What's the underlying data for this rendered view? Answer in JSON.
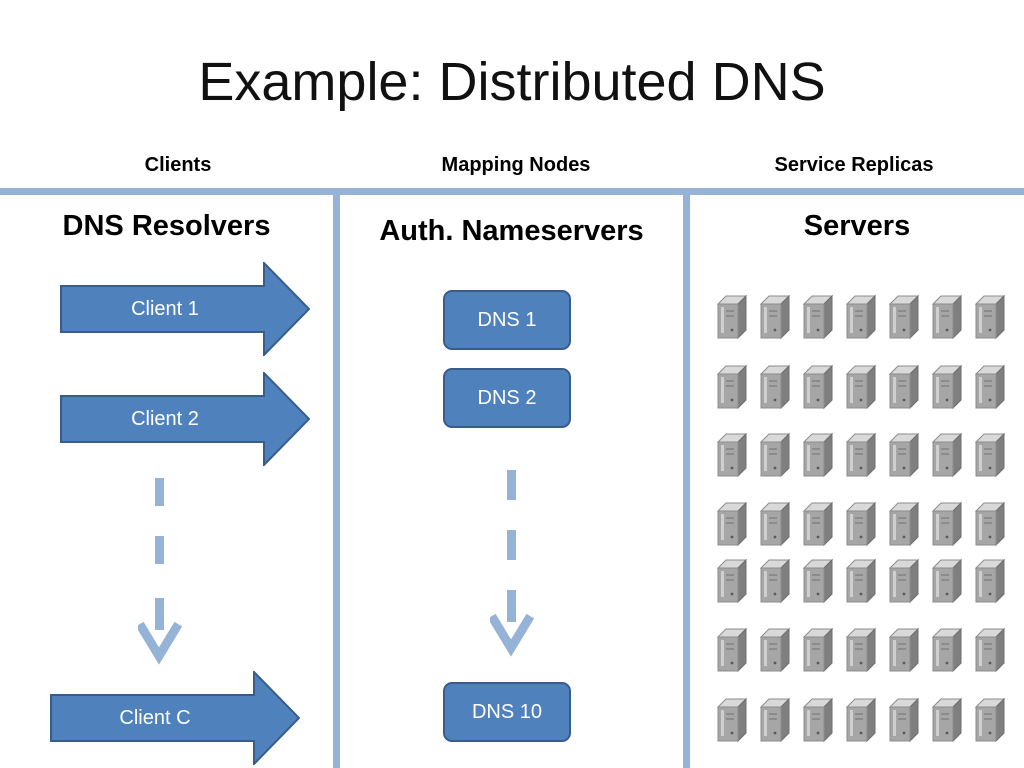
{
  "title": "Example: Distributed DNS",
  "columns": [
    {
      "header": "Clients",
      "title": "DNS Resolvers"
    },
    {
      "header": "Mapping Nodes",
      "title": "Auth. Nameservers"
    },
    {
      "header": "Service Replicas",
      "title": "Servers"
    }
  ],
  "clients": [
    "Client 1",
    "Client 2",
    "Client C"
  ],
  "nameservers": [
    "DNS 1",
    "DNS 2",
    "DNS 10"
  ],
  "servers": {
    "rows": 7,
    "cols": 7,
    "icon": "server-icon"
  },
  "colors": {
    "arrow_fill": "#4f81bd",
    "arrow_border": "#385d8a",
    "divider": "#95b3d7",
    "server_body": "#a6a6a6"
  }
}
